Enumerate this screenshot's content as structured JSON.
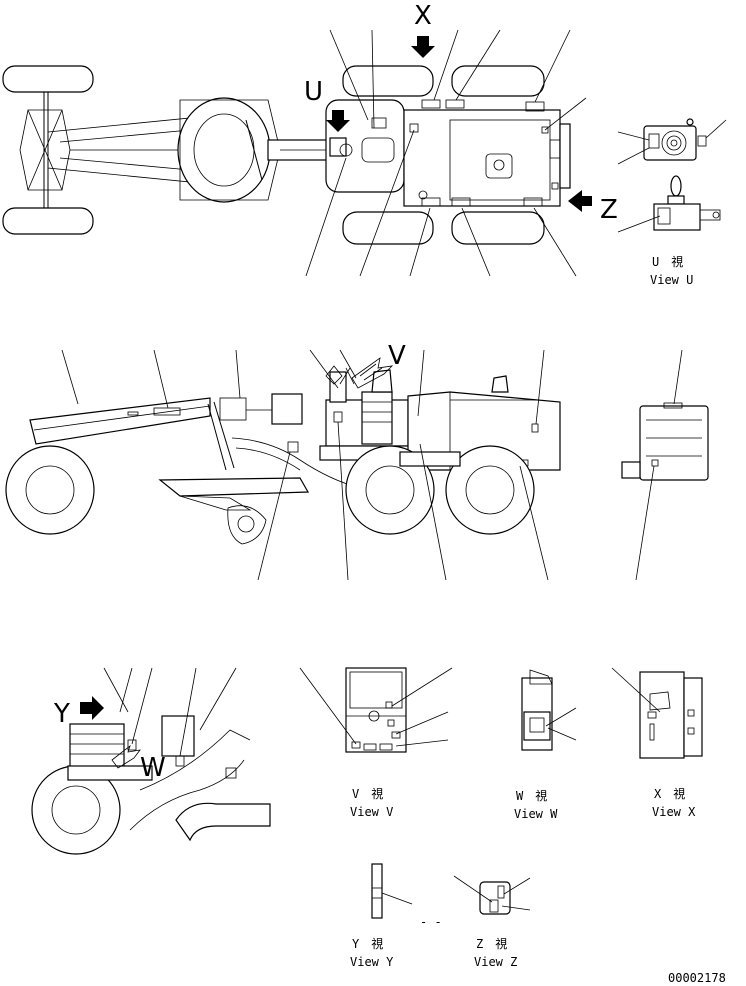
{
  "letters": {
    "x": "X",
    "u": "U",
    "z": "Z",
    "v": "V",
    "y": "Y",
    "w": "W"
  },
  "views": {
    "u": {
      "jp": "U　視",
      "en": "View U"
    },
    "v": {
      "jp": "V　視",
      "en": "View V"
    },
    "w": {
      "jp": "W　視",
      "en": "View W"
    },
    "x": {
      "jp": "X　視",
      "en": "View X"
    },
    "y": {
      "jp": "Y　視",
      "en": "View Y"
    },
    "z": {
      "jp": "Z　視",
      "en": "View Z"
    }
  },
  "drawing_number": "00002178",
  "dash_mark": "- -"
}
